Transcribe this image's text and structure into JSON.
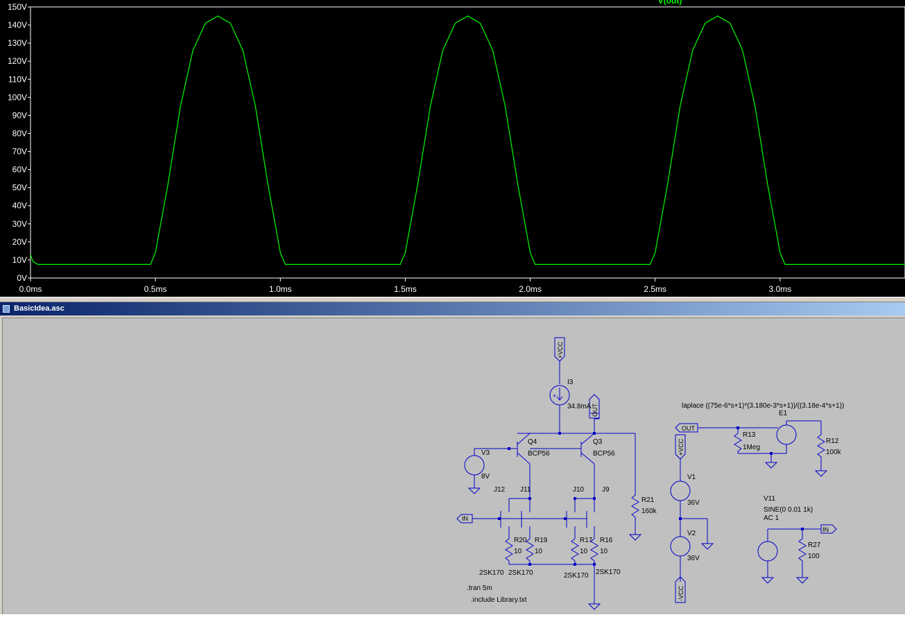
{
  "plot": {
    "trace_label": "V(out)",
    "trace_color": "#00ff00",
    "axis_color": "#ffffff",
    "chart_data": {
      "type": "line",
      "x_unit": "ms",
      "y_unit": "V",
      "xlim": [
        0.0,
        3.5
      ],
      "ylim": [
        0,
        150
      ],
      "x_ticks": [
        "0.0ms",
        "0.5ms",
        "1.0ms",
        "1.5ms",
        "2.0ms",
        "2.5ms",
        "3.0ms"
      ],
      "y_ticks": [
        "0V",
        "10V",
        "20V",
        "30V",
        "40V",
        "50V",
        "60V",
        "70V",
        "80V",
        "90V",
        "100V",
        "110V",
        "120V",
        "130V",
        "140V",
        "150V"
      ],
      "series": [
        {
          "name": "V(out)",
          "x": [
            0.0,
            0.01,
            0.03,
            0.48,
            0.5,
            0.55,
            0.6,
            0.65,
            0.7,
            0.75,
            0.8,
            0.85,
            0.9,
            0.95,
            1.0,
            1.02,
            1.48,
            1.5,
            1.55,
            1.6,
            1.65,
            1.7,
            1.75,
            1.8,
            1.85,
            1.9,
            1.95,
            2.0,
            2.02,
            2.48,
            2.5,
            2.55,
            2.6,
            2.65,
            2.7,
            2.75,
            2.8,
            2.85,
            2.9,
            2.95,
            3.0,
            3.02,
            3.5
          ],
          "y": [
            13,
            9,
            7.5,
            7.5,
            14,
            52,
            95,
            126,
            141,
            145,
            141,
            126,
            95,
            52,
            14,
            7.5,
            7.5,
            14,
            52,
            95,
            126,
            141,
            145,
            141,
            126,
            95,
            52,
            14,
            7.5,
            7.5,
            14,
            52,
            95,
            126,
            141,
            145,
            141,
            126,
            95,
            52,
            14,
            7.5,
            7.5
          ]
        }
      ]
    }
  },
  "schematic": {
    "window_title": "BasicIdea.asc",
    "wire_color": "#0000c8",
    "labels": {
      "vcc_top": "+VCC",
      "i3_name": "I3",
      "i3_value": "34.8mA",
      "out_flag_top": "OUT",
      "q4_name": "Q4",
      "q4_model": "BCP56",
      "q3_name": "Q3",
      "q3_model": "BCP56",
      "v3_name": "V3",
      "v3_value": "8V",
      "j12": "J12",
      "j11": "J11",
      "j10": "J10",
      "j9": "J9",
      "in_flag_left": "IN",
      "r20_name": "R20",
      "r20_value": "10",
      "r19_name": "R19",
      "r19_value": "10",
      "r17_name": "R17",
      "r17_value": "10",
      "r16_name": "R16",
      "r16_value": "10",
      "jfet_model_1": "2SK170",
      "jfet_model_2": "2SK170",
      "jfet_model_3": "2SK170",
      "jfet_model_4": "2SK170",
      "r21_name": "R21",
      "r21_value": "160k",
      "tran_directive": ".tran 5m",
      "include_directive": ".include Library.txt",
      "vcc_mid": "+VCC",
      "v1_name": "V1",
      "v1_value": "36V",
      "v2_name": "V2",
      "v2_value": "36V",
      "vcc_neg": "-VCC",
      "laplace_expr": "laplace ((75e-6*s+1)*(3.180e-3*s+1))/((3.18e-4*s+1))",
      "e1_name": "E1",
      "out_flag_mid": "OUT",
      "r13_name": "R13",
      "r13_value": "1Meg",
      "r12_name": "R12",
      "r12_value": "100k",
      "v11_name": "V11",
      "v11_value": "SINE(0 0.01 1k)",
      "v11_ac": "AC 1",
      "in_flag_right": "IN",
      "r27_name": "R27",
      "r27_value": "100"
    }
  }
}
